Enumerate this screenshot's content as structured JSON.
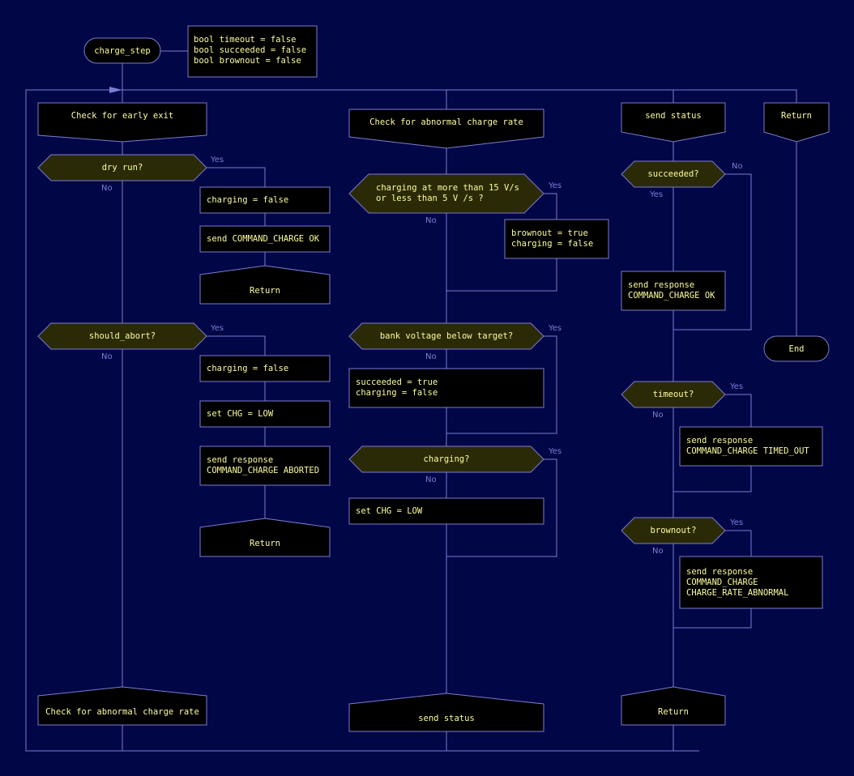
{
  "colors": {
    "background": "#000646",
    "line": "#7c7cd2",
    "box_fill": "#000000",
    "decision_fill": "#2b2a07",
    "text": "#fdfd9c",
    "yes_no": "#7d7dd6"
  },
  "start": {
    "label": "charge_step"
  },
  "variables": {
    "lines": [
      "bool timeout = false",
      "bool succeeded = false",
      "bool brownout = false"
    ]
  },
  "columns": [
    {
      "header": "Check for early exit",
      "footer": "Check for abnormal charge rate"
    },
    {
      "header": "Check for abnormal charge rate",
      "footer": "send status"
    },
    {
      "header": "send status",
      "footer": "Return"
    },
    {
      "header": "Return",
      "footer": "End"
    }
  ],
  "col1": {
    "dry_run": {
      "question": "dry run?",
      "yes": "Yes",
      "no": "No"
    },
    "dry_run_actions": [
      "charging = false",
      "send COMMAND_CHARGE OK"
    ],
    "dry_run_return": "Return",
    "should_abort": {
      "question": "should_abort?",
      "yes": "Yes",
      "no": "No"
    },
    "abort_actions": [
      [
        "charging = false"
      ],
      [
        "set CHG = LOW"
      ],
      [
        "send response",
        "COMMAND_CHARGE ABORTED"
      ]
    ],
    "abort_return": "Return"
  },
  "col2": {
    "abnormal": {
      "question": [
        "charging at more than 15 V/s",
        "or less than 5 V /s ?"
      ],
      "yes": "Yes",
      "no": "No"
    },
    "abnormal_action": [
      "brownout = true",
      "charging = false"
    ],
    "bank": {
      "question": "bank voltage below target?",
      "yes": "Yes",
      "no": "No"
    },
    "bank_action": [
      "succeeded = true",
      "charging = false"
    ],
    "charging": {
      "question": "charging?",
      "yes": "Yes",
      "no": "No"
    },
    "charging_action": [
      "set CHG = LOW"
    ]
  },
  "col3": {
    "succeeded": {
      "question": "succeeded?",
      "yes": "Yes",
      "no": "No"
    },
    "succeeded_action": [
      "send response",
      "COMMAND_CHARGE OK"
    ],
    "timeout": {
      "question": "timeout?",
      "yes": "Yes",
      "no": "No"
    },
    "timeout_action": [
      "send response",
      "COMMAND_CHARGE TIMED_OUT"
    ],
    "brownout": {
      "question": "brownout?",
      "yes": "Yes",
      "no": "No"
    },
    "brownout_action": [
      "send response",
      "COMMAND_CHARGE",
      "CHARGE_RATE_ABNORMAL"
    ]
  }
}
